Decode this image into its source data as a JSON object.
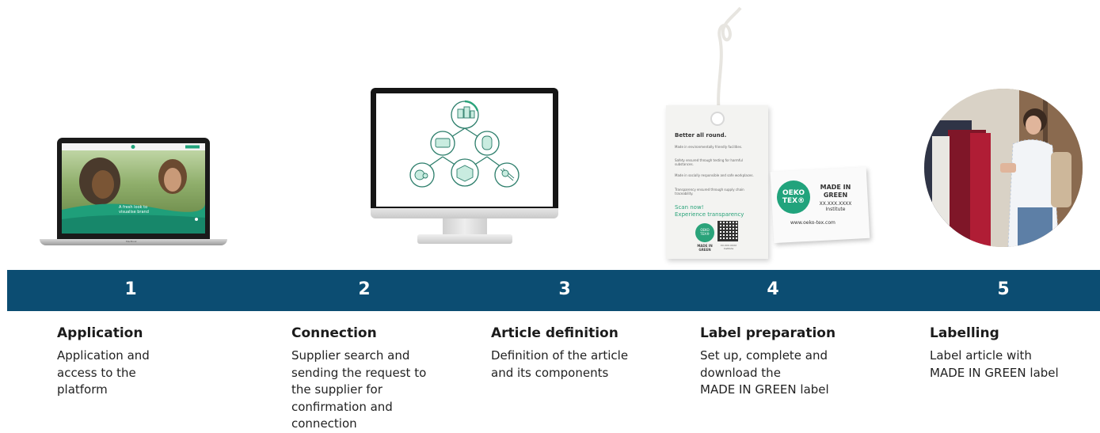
{
  "steps": [
    {
      "number": "1",
      "title": "Application",
      "description": "Application and\naccess to the\nplatform"
    },
    {
      "number": "2",
      "title": "Connection",
      "description": "Supplier search and\nsending the request to\nthe supplier for\nconfirmation and\nconnection"
    },
    {
      "number": "3",
      "title": "Article definition",
      "description": "Definition of the article\nand its components"
    },
    {
      "number": "4",
      "title": "Label preparation",
      "description": "Set up, complete and\ndownload the\nMADE IN GREEN label"
    },
    {
      "number": "5",
      "title": "Labelling",
      "description": "Label article with\nMADE IN GREEN label"
    }
  ],
  "laptop": {
    "caption": "A fresh look to\nvisualise brand",
    "brand": "MacBook"
  },
  "hang_tag": {
    "title": "Better all round.",
    "lines": [
      "Made in environmentally friendly facilities.",
      "Safety ensured through testing for harmful substances.",
      "Made in socially responsible and safe workplaces.",
      "Transparency ensured through supply chain traceability."
    ],
    "cta": "Scan now!\nExperience transparency",
    "logo": "OEKO\nTEX®",
    "mig": "MADE IN\nGREEN",
    "code": "XX.XXX.XXXX\nInstitute"
  },
  "label": {
    "logo": "OEKO\nTEX®",
    "mig": "MADE IN\nGREEN",
    "code": "XX.XXX.XXXX\nInstitute",
    "url": "www.oeko-tex.com"
  },
  "colors": {
    "band": "#0c4d72",
    "accent_green": "#21a37c"
  },
  "icons": [
    "laptop-image",
    "monitor-network-icon",
    "hang-tag-image",
    "label-image",
    "shopping-photo"
  ]
}
